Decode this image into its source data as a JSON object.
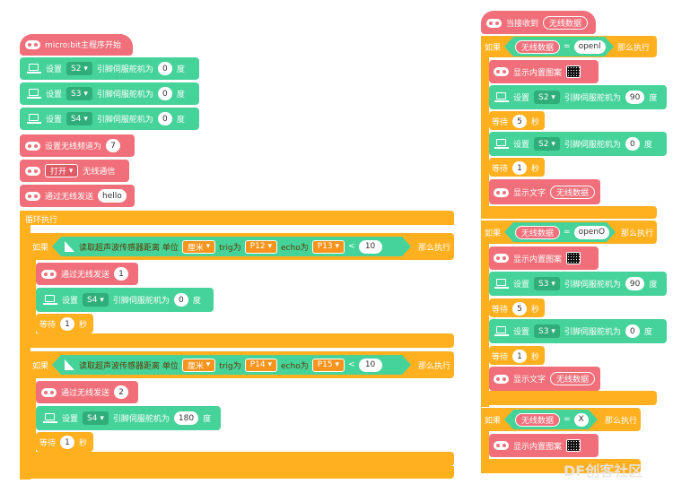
{
  "colors": {
    "event": "#f06f7a",
    "servo": "#46d39a",
    "control": "#ffb01f"
  },
  "left": {
    "start_hat": "micro:bit主程序开始",
    "servos": [
      {
        "set": "设置",
        "pin": "S2",
        "label": "引脚伺服舵机为",
        "angle": "0",
        "unit": "度"
      },
      {
        "set": "设置",
        "pin": "S3",
        "label": "引脚伺服舵机为",
        "angle": "0",
        "unit": "度"
      },
      {
        "set": "设置",
        "pin": "S4",
        "label": "引脚伺服舵机为",
        "angle": "0",
        "unit": "度"
      }
    ],
    "radio_group": {
      "label": "设置无线频道为",
      "value": "7"
    },
    "radio_toggle": {
      "value": "打开",
      "label": "无线通信"
    },
    "radio_send": {
      "label": "通过无线发送",
      "value": "hello"
    },
    "loop": "循环执行",
    "if_blocks": [
      {
        "if_label": "如果",
        "sensor": "读取超声波传感器距离 单位",
        "unit": "厘米",
        "trig_label": "trig为",
        "trig": "P12",
        "echo_label": "echo为",
        "echo": "P13",
        "op": "<",
        "threshold": "10",
        "then": "那么执行",
        "send_label": "通过无线发送",
        "send_value": "1",
        "servo": {
          "set": "设置",
          "pin": "S4",
          "label": "引脚伺服舵机为",
          "angle": "0",
          "unit": "度"
        },
        "wait_label": "等待",
        "wait_value": "1",
        "wait_unit": "秒"
      },
      {
        "if_label": "如果",
        "sensor": "读取超声波传感器距离 单位",
        "unit": "厘米",
        "trig_label": "trig为",
        "trig": "P14",
        "echo_label": "echo为",
        "echo": "P15",
        "op": "<",
        "threshold": "10",
        "then": "那么执行",
        "send_label": "通过无线发送",
        "send_value": "2",
        "servo": {
          "set": "设置",
          "pin": "S4",
          "label": "引脚伺服舵机为",
          "angle": "180",
          "unit": "度"
        },
        "wait_label": "等待",
        "wait_value": "1",
        "wait_unit": "秒"
      }
    ]
  },
  "right": {
    "hat_label": "当接收到",
    "hat_var": "无线数据",
    "if_blocks": [
      {
        "if_label": "如果",
        "var": "无线数据",
        "eq": "=",
        "value": "openl",
        "then": "那么执行",
        "icon_label": "显示内置图案",
        "servo1": {
          "set": "设置",
          "pin": "S2",
          "label": "引脚伺服舵机为",
          "angle": "90",
          "unit": "度"
        },
        "wait1": {
          "label": "等待",
          "value": "5",
          "unit": "秒"
        },
        "servo2": {
          "set": "设置",
          "pin": "S2",
          "label": "引脚伺服舵机为",
          "angle": "0",
          "unit": "度"
        },
        "wait2": {
          "label": "等待",
          "value": "1",
          "unit": "秒"
        },
        "text_label": "显示文字",
        "text_var": "无线数据"
      },
      {
        "if_label": "如果",
        "var": "无线数据",
        "eq": "=",
        "value": "openO",
        "then": "那么执行",
        "icon_label": "显示内置图案",
        "servo1": {
          "set": "设置",
          "pin": "S3",
          "label": "引脚伺服舵机为",
          "angle": "90",
          "unit": "度"
        },
        "wait1": {
          "label": "等待",
          "value": "5",
          "unit": "秒"
        },
        "servo2": {
          "set": "设置",
          "pin": "S3",
          "label": "引脚伺服舵机为",
          "angle": "0",
          "unit": "度"
        },
        "wait2": {
          "label": "等待",
          "value": "1",
          "unit": "秒"
        },
        "text_label": "显示文字",
        "text_var": "无线数据"
      },
      {
        "if_label": "如果",
        "var": "无线数据",
        "eq": "=",
        "value": "X",
        "then": "那么执行",
        "icon_label": "显示内置图案"
      }
    ]
  },
  "watermark": "DF创客社区"
}
